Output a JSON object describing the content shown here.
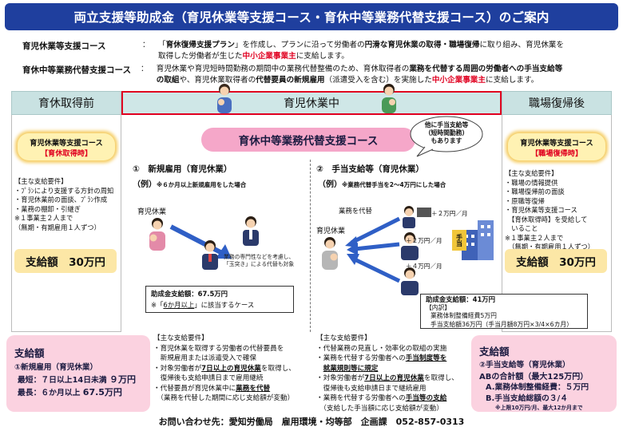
{
  "title": "両立支援等助成金（育児休業等支援コース・育休中等業務代替支援コース）のご案内",
  "courses": [
    {
      "name": "育児休業等支援コース",
      "sep": "：",
      "line1_pre": "「",
      "line1_b": "育休復帰支援プラン",
      "line1_mid": "」を作成し、プランに沿って労働者の",
      "line1_b2": "円滑な育児休業の取得・職場復帰",
      "line1_post": "に取り組み、育児休業を",
      "line2_pre": "取得した労働者が生じた",
      "line2_red": "中小企業事業主",
      "line2_post": "に支給します。"
    },
    {
      "name": "育休中等業務代替支援コース",
      "sep": "：",
      "line1_pre": "育児休業や育児短時間勤務の期間中の業務代替整備のため、育休取得者の",
      "line1_b": "業務を代替する周囲の労働者への手当支給等",
      "line2_b": "の取組",
      "line2_mid": "や、育児休業取得者の",
      "line2_b2": "代替要員の新規雇用",
      "line2_mid2": "（派遣受入を含む）を実施した",
      "line2_red": "中小企業事業主",
      "line2_post": "に支給します。"
    }
  ],
  "phases": {
    "before": "育休取得前",
    "during": "育児休業中",
    "after": "職場復帰後"
  },
  "left": {
    "cap_line1": "育児休業等支援コース",
    "cap_line2": "【育休取得時】",
    "req_title": "【主な支給要件】",
    "reqs": [
      "・ﾌﾟﾗﾝにより支援する方針の周知",
      "・育児休業前の面談、ﾌﾟﾗﾝ作成",
      "・業務の棚卸・引継ぎ",
      "※１事業主２人まで",
      "（無期・有期雇用１人ずつ）"
    ],
    "amount": "支給額　30万円"
  },
  "right": {
    "cap_line1": "育児休業等支援コース",
    "cap_line2": "【職場復帰時】",
    "req_title": "【主な支給要件】",
    "reqs": [
      "・職場の情報提供",
      "・職場復帰前の面談",
      "・原職等復帰",
      "・育児休業等支援コース",
      "　【育休取得時】を受給して",
      "　いること",
      "※１事業主２人まで",
      "　（無期・有期雇用１人ずつ）"
    ],
    "amount": "支給額　30万円"
  },
  "center": {
    "pill": "育休中等業務代替支援コース",
    "bubble": [
      "他に手当支給等",
      "（短時間勤務）",
      "もあります"
    ],
    "sec1_title": "①　新規雇用（育児休業）",
    "sec1_ex": "（例）",
    "sec1_ex_note": "※６か月以上新規雇用をした場合",
    "sec1_label": "育児休業",
    "sec1_note": [
      "業務の専門性などを考慮し、",
      "「玉突き」による代替も対象"
    ],
    "sec1_amount": "助成金支給額：67.5万円",
    "sec1_amount_note_pre": "※「",
    "sec1_amount_note_ul": "6か月以上",
    "sec1_amount_note_post": "」に該当するケース",
    "sec2_title": "②　手当支給等（育児休業）",
    "sec2_ex": "（例）",
    "sec2_ex_note": "※業務代替手当を2～4万円にした場合",
    "sec2_label_work": "業務を代替",
    "sec2_label_leave": "育児休業",
    "sec2_arrows": [
      "＋２万円／月",
      "＋２万円／月",
      "＋４万円／月"
    ],
    "sec2_sign": "手当",
    "sec2_amount": "助成金支給額：41万円",
    "sec2_breakdown": [
      "【内訳】",
      "業務体制整備経費5万円",
      "手当支給額36万円（手当月額8万円×3/4×6カ月）"
    ],
    "reqs1_title": "【主な支給要件】",
    "reqs1": [
      [
        "・育児休業を取得する労働者の代替要員を"
      ],
      [
        "　新規雇用または派遣受入で確保"
      ],
      [
        "・対象労働者が",
        "7日以上の育児休業",
        "を取得し、"
      ],
      [
        "　復帰後も支給申請日まで雇用継続"
      ],
      [
        "・代替要員が育児休業中に",
        "業務を代替",
        ""
      ],
      [
        "　（業務を代替した期間に応じ支給額が変動）"
      ]
    ],
    "reqs2_title": "【主な支給要件】",
    "reqs2": [
      [
        "・代替業務の見直し・効率化の取組の実施"
      ],
      [
        "・業務を代替する労働者への",
        "手当制度等を",
        ""
      ],
      [
        "　",
        "就業規則等に規定",
        ""
      ],
      [
        "・対象労働者が",
        "7日以上の育児休業",
        "を取得し、"
      ],
      [
        "　復帰後も支給申請日まで継続雇用"
      ],
      [
        "・業務を代替する労働者への",
        "手当等の支給",
        ""
      ],
      [
        "　（支給した手当額に応じ支給額が変動）"
      ]
    ]
  },
  "bottom_left": {
    "title": "支給額",
    "sub": "①新規雇用（育児休業）",
    "min_label": "最短：７日以上14日未満",
    "min_amount": "９万円",
    "max_label": "最長：６か月以上",
    "max_amount": "67.5万円"
  },
  "bottom_right": {
    "title": "支給額",
    "sub": "②手当支給等（育児休業）",
    "total": "ABの合計額（最大125万円）",
    "a": "A.業務体制整備経費：５万円",
    "b": "B.手当支給総額の３/４",
    "note": "※上限10万円/月、最大12か月まで"
  },
  "footer": "お問い合わせ先：愛知労働局　雇用環境・均等部　企画課　052-857-0313",
  "colors": {
    "title_bg": "#1f3f9e",
    "accent_red": "#e00020",
    "phase_bg": "#c9e2e2",
    "pill_pink": "#f5a7c9",
    "panel_pink": "#fbd2e0",
    "yellow": "#fce7a6",
    "arrow_blue": "#2f5fc6"
  }
}
